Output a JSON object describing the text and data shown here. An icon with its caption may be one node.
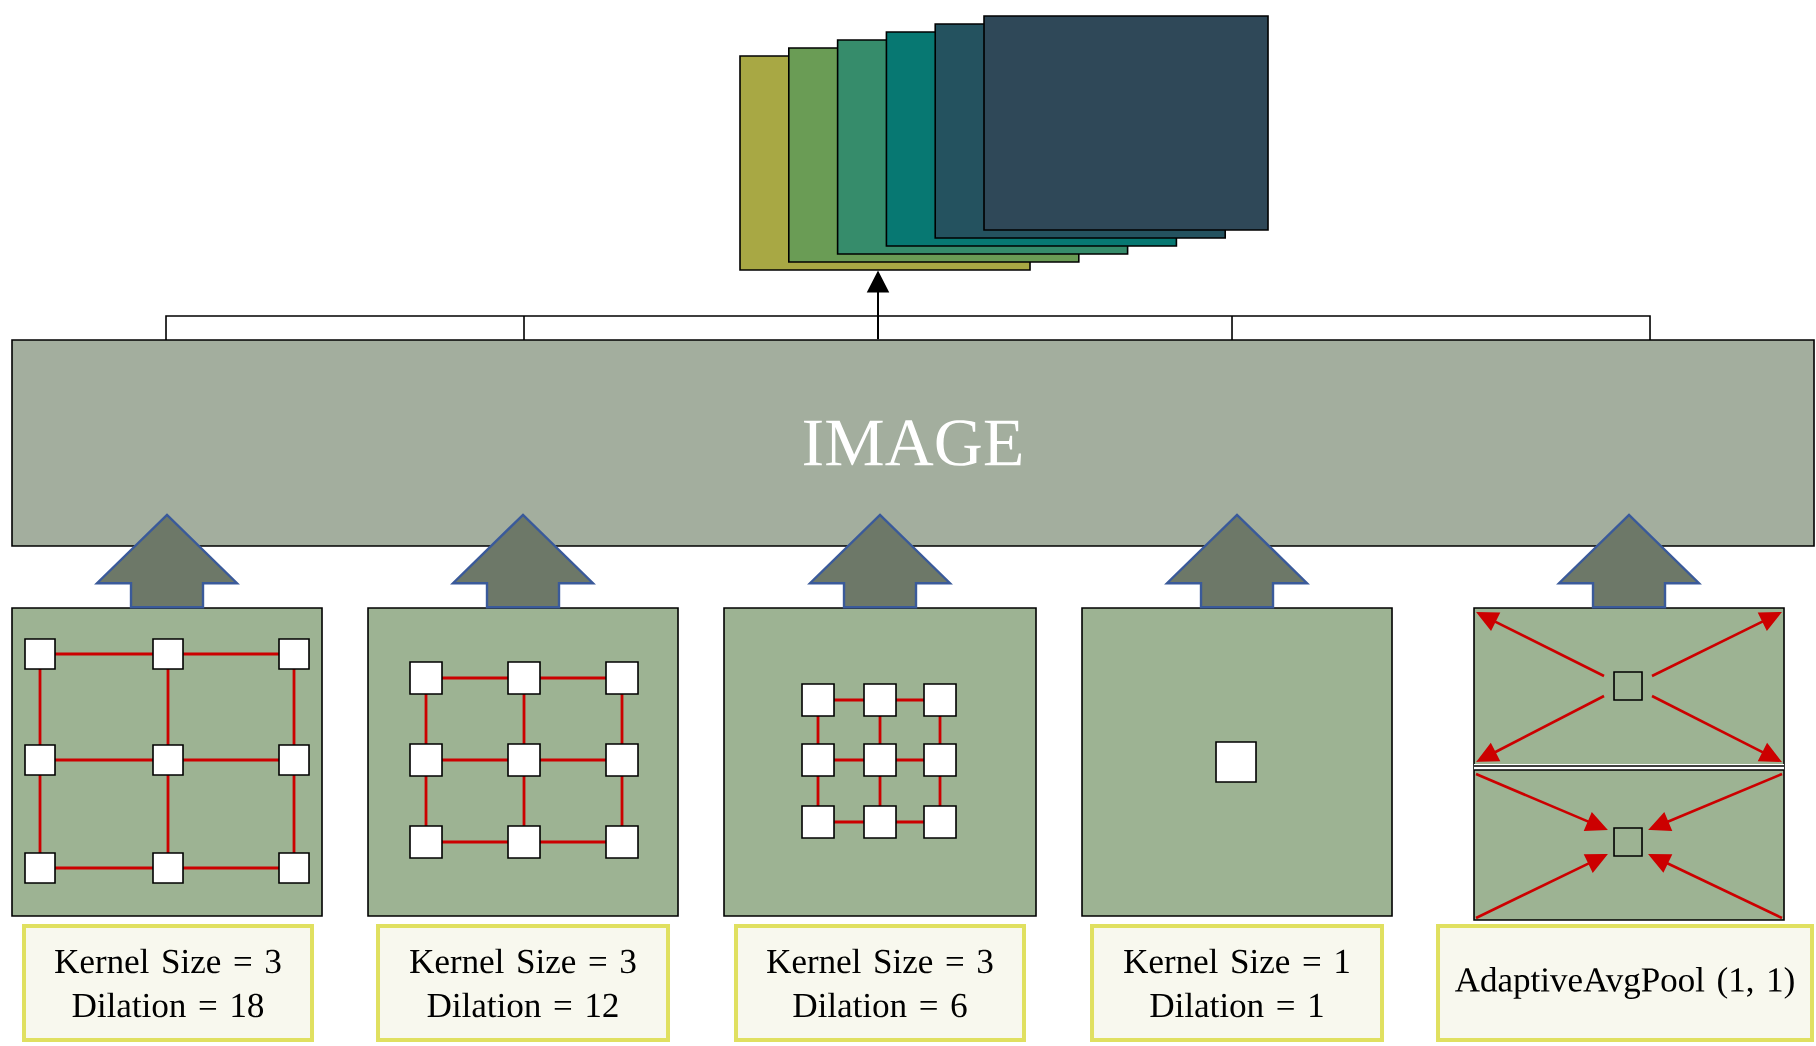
{
  "diagram": {
    "nodes": [
      {
        "text": [
          "IMAGE"
        ]
      },
      {
        "text": [],
        "shape": "box"
      },
      {
        "text": [],
        "shape": "box"
      },
      {
        "text": [],
        "shape": "box"
      },
      {
        "text": [],
        "shape": "box"
      },
      {
        "text": [],
        "shape": "box"
      },
      {
        "text": [],
        "shape": "box"
      },
      {
        "text": [
          "Kernel Size = 3",
          "Dilation = 18"
        ]
      },
      {
        "text": [
          "Kernel Size = 3",
          "Dilation = 12"
        ]
      },
      {
        "text": [
          "Kernel Size = 3",
          "Dilation = 6"
        ]
      },
      {
        "text": [
          "Kernel Size = 1",
          "Dilation = 1"
        ]
      },
      {
        "text": [
          "AdaptiveAvgPool (1, 1)"
        ]
      }
    ],
    "edges": [
      {
        "from": 0,
        "to": 1,
        "arrow": "to"
      },
      {
        "from": 2,
        "to": 0,
        "arrow": "to"
      },
      {
        "from": 3,
        "to": 0,
        "arrow": "to"
      },
      {
        "from": 4,
        "to": 0,
        "arrow": "to"
      },
      {
        "from": 5,
        "to": 0,
        "arrow": "to"
      },
      {
        "from": 6,
        "to": 0,
        "arrow": "to"
      }
    ]
  }
}
